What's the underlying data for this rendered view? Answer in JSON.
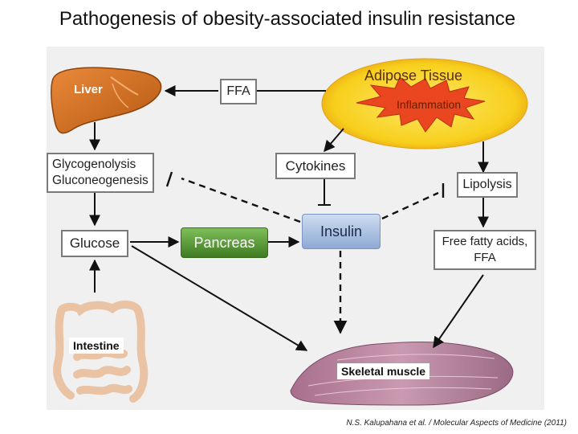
{
  "title": "Pathogenesis of obesity-associated insulin resistance",
  "nodes": {
    "liver": "Liver",
    "ffa": "FFA",
    "adipose_tissue": "Adipose Tissue",
    "inflammation": "Inflammation",
    "glycogenolysis": "Glycogenolysis",
    "gluconeogenesis": "Gluconeogenesis",
    "cytokines": "Cytokines",
    "lipolysis": "Lipolysis",
    "glucose": "Glucose",
    "pancreas": "Pancreas",
    "insulin": "Insulin",
    "free_fatty_acids": "Free fatty acids,",
    "ffa_abbrev": "FFA",
    "intestine": "Intestine",
    "skeletal_muscle": "Skeletal muscle"
  },
  "citation": "N.S. Kalupahana et al. / Molecular Aspects of Medicine (2011)",
  "colors": {
    "pancreas_green": "#4f8f2f",
    "insulin_blue": "#9fb8db",
    "adipose_yellow": "#f7d21e",
    "inflammation_red": "#e8421c",
    "liver_orange": "#c9681f"
  }
}
